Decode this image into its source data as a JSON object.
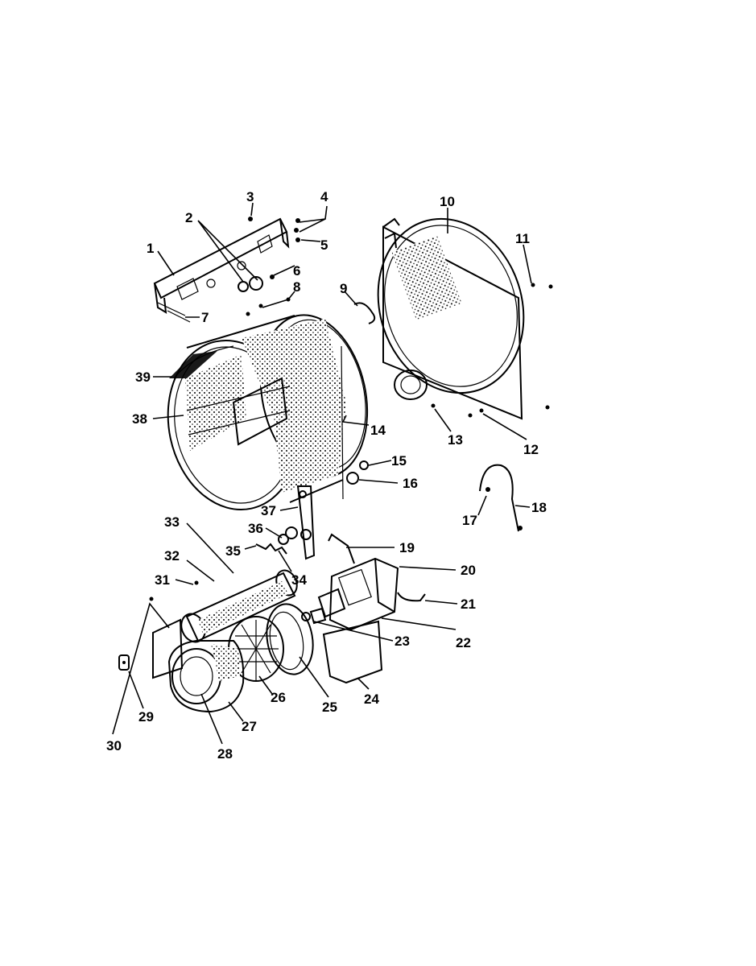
{
  "diagram": {
    "labels": [
      "1",
      "2",
      "3",
      "4",
      "5",
      "6",
      "7",
      "8",
      "9",
      "10",
      "11",
      "12",
      "13",
      "14",
      "15",
      "16",
      "17",
      "18",
      "19",
      "20",
      "21",
      "22",
      "23",
      "24",
      "25",
      "26",
      "27",
      "28",
      "29",
      "30",
      "31",
      "32",
      "33",
      "34",
      "35",
      "36",
      "37",
      "38",
      "39"
    ]
  }
}
